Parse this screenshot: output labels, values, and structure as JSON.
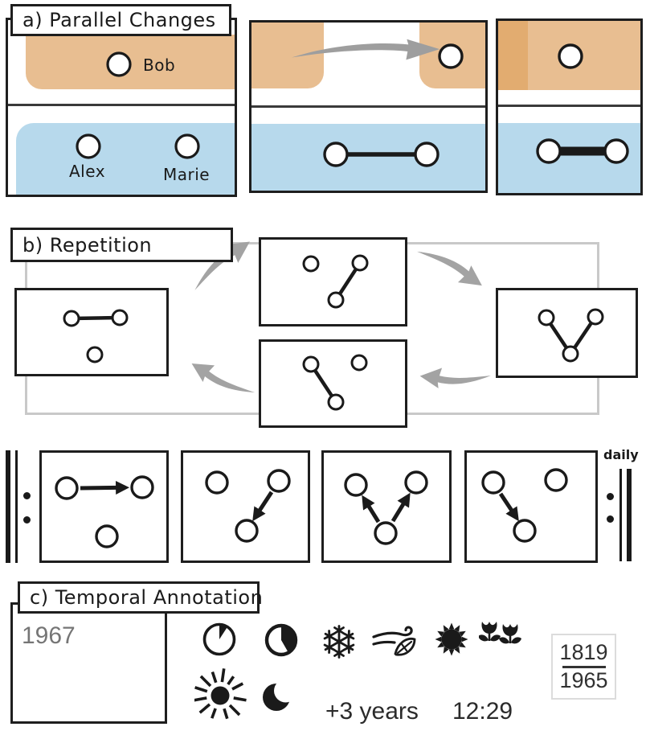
{
  "panel_a": {
    "title": "a) Parallel Changes",
    "nodes": {
      "bob": "Bob",
      "alex": "Alex",
      "marie": "Marie"
    },
    "groups": [
      "top-group-orange",
      "bottom-group-blue"
    ]
  },
  "panel_b": {
    "title": "b) Repetition"
  },
  "sequence": {
    "repeat_label": "daily",
    "notation": "music-repeat-signs"
  },
  "panel_c": {
    "title": "c) Temporal Annotation",
    "year": "1967",
    "fraction_top": "1819",
    "fraction_bottom": "1965",
    "relative_time": "+3 years",
    "clock_time": "12:29",
    "icons": [
      "clock-wedge-small-icon",
      "clock-wedge-large-icon",
      "snowflake-winter-icon",
      "wind-leaf-autumn-icon",
      "sun-summer-icon",
      "tulips-spring-icon",
      "sun-day-icon",
      "crescent-moon-night-icon"
    ]
  },
  "colors": {
    "group_orange": "#E8BE91",
    "group_orange_dark": "#E2AC70",
    "group_blue": "#B7D9EC",
    "arrow_gray": "#A3A3A3",
    "frame_gray": "#C9C9C9",
    "ink": "#1A1A1A",
    "year_gray": "#757575"
  }
}
